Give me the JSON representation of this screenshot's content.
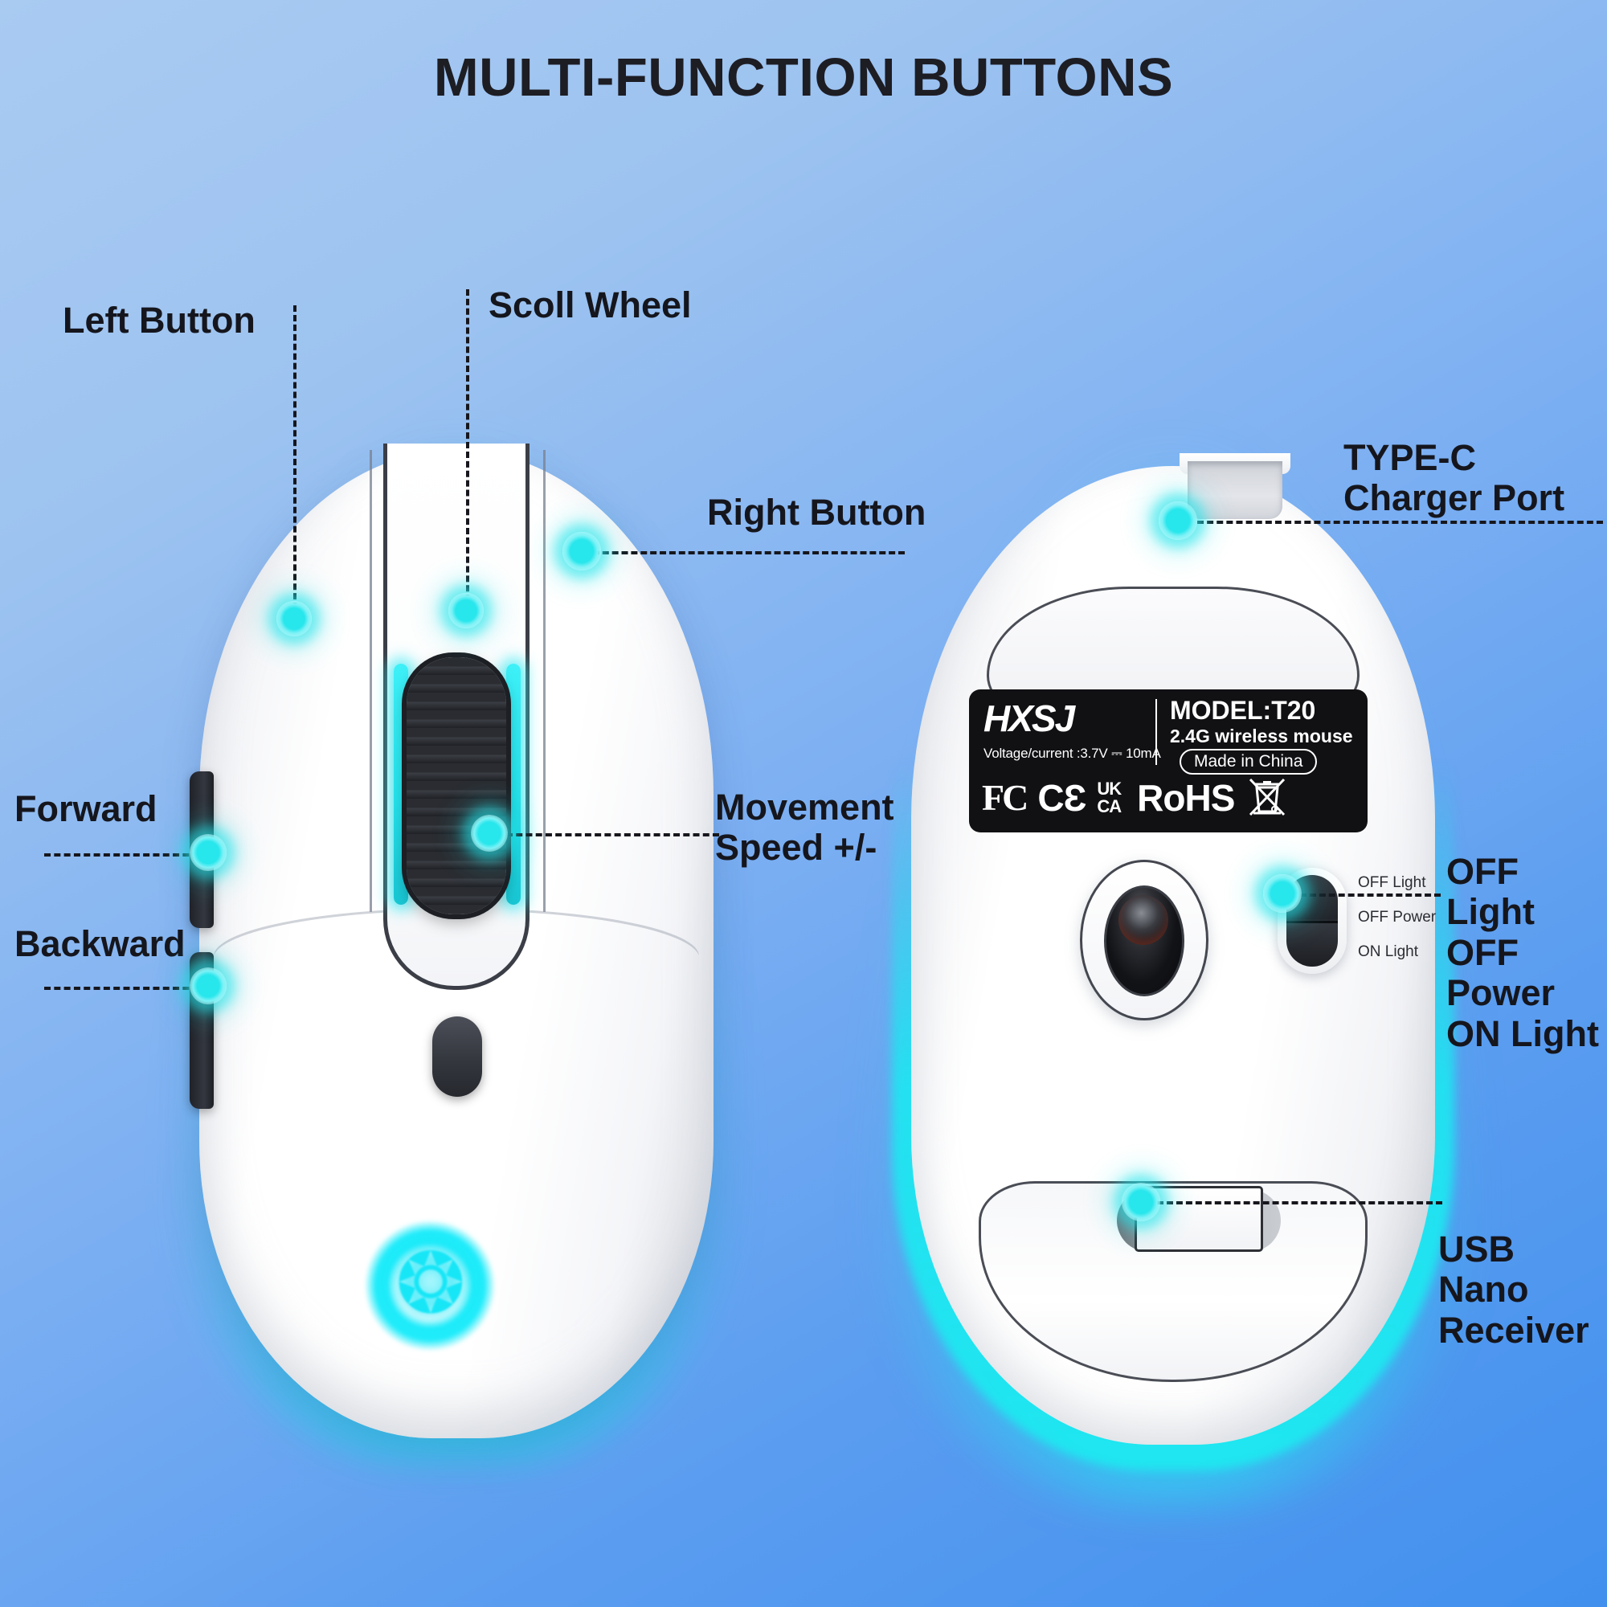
{
  "title": "MULTI-FUNCTION BUTTONS",
  "colors": {
    "background_top": "#a9cbf2",
    "background_bottom": "#4190ee",
    "accent_glow": "#22e3ea",
    "label_text": "#15161d",
    "product_label_bg": "#111114"
  },
  "callouts": {
    "left_button": "Left Button",
    "scroll_wheel": "Scoll Wheel",
    "right_button": "Right Button",
    "forward": "Forward",
    "backward": "Backward",
    "movement_speed": "Movement\nSpeed +/-",
    "type_c": "TYPE-C\nCharger Port",
    "light_modes": "OFF Light\nOFF Power\nON Light",
    "usb_receiver": "USB Nano\nReceiver"
  },
  "product_label": {
    "brand": "HXSJ",
    "voltage": "Voltage/current :3.7V ⎓ 10mA",
    "model": "MODEL:T20",
    "subtitle": "2.4G wireless mouse",
    "origin": "Made in China",
    "certs": {
      "fcc": "FC",
      "ce": "CƐ",
      "ukca": "UK\nCA",
      "rohs": "RoHS",
      "weee": "weee-bin-icon"
    }
  },
  "switch_labels": [
    "OFF Light",
    "OFF Power",
    "ON Light"
  ],
  "icons": {
    "brand_logo": "scorpion-logo-icon",
    "sensor": "optical-sensor-icon",
    "power_switch": "power-switch-icon",
    "usb_dongle": "usb-nano-receiver-icon",
    "type_c_port": "type-c-port-icon",
    "scroll_wheel": "scroll-wheel-icon",
    "dpi_button": "dpi-button-icon"
  }
}
